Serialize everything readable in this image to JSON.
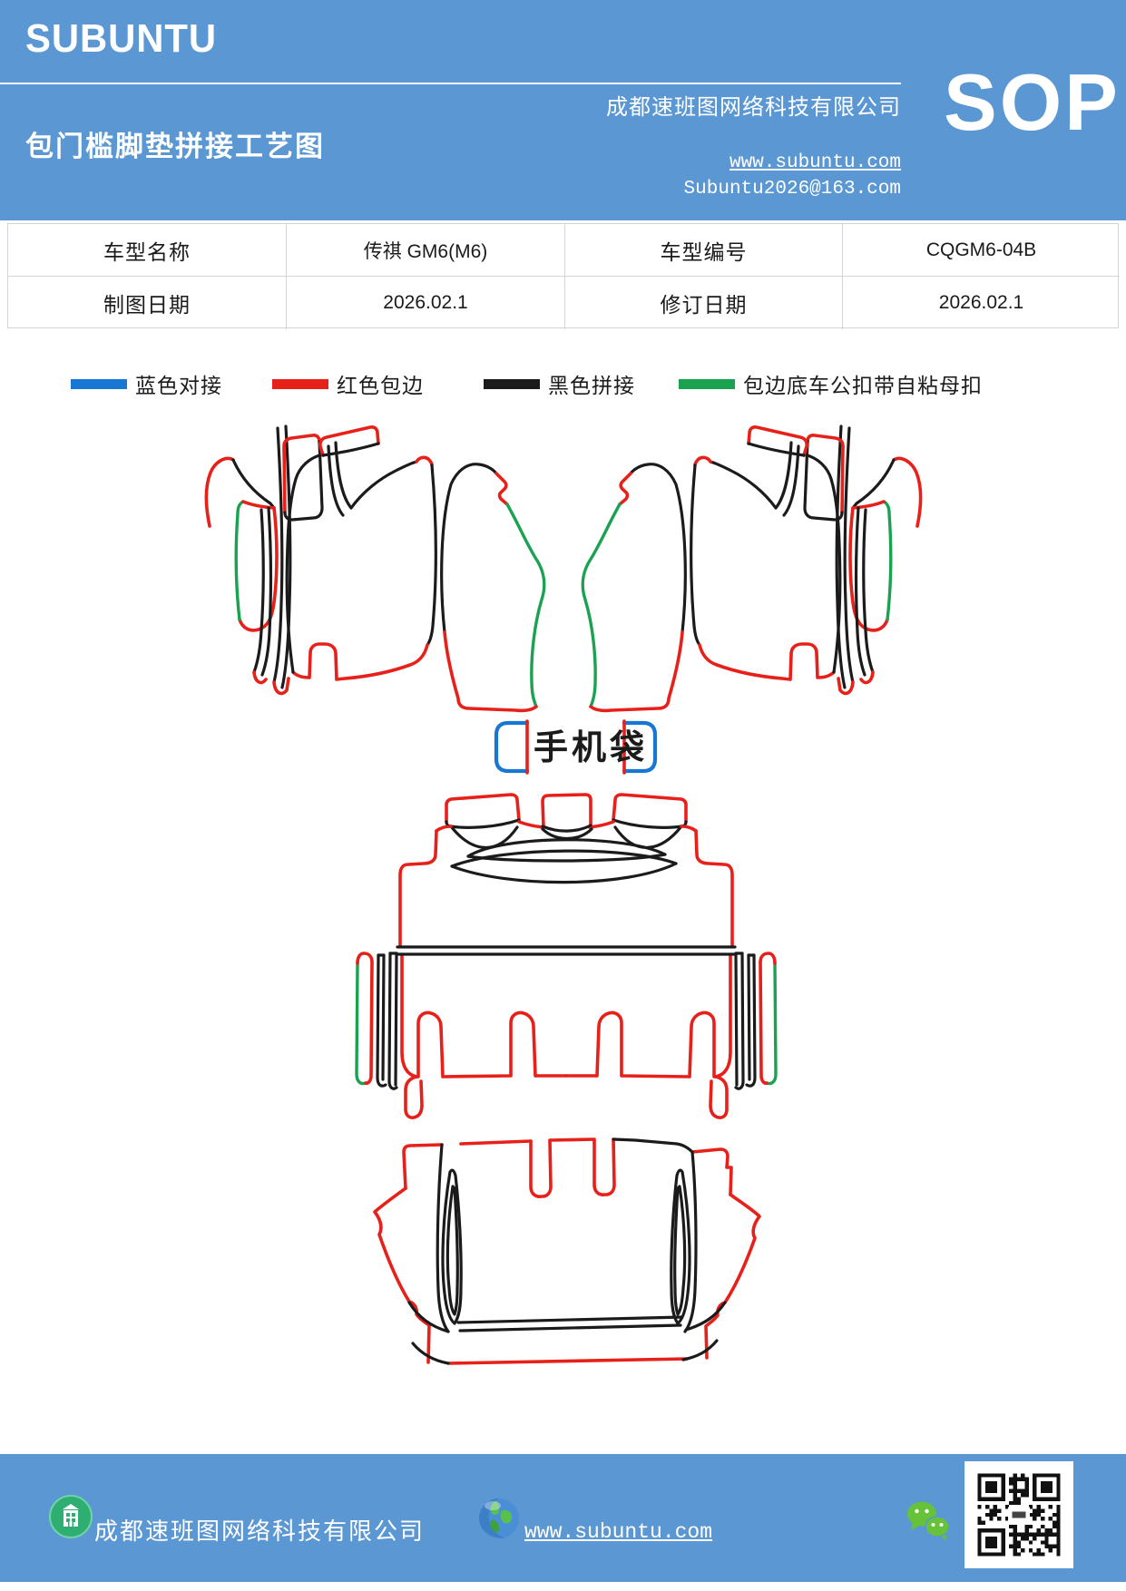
{
  "header": {
    "logo": "SUBUNTU",
    "title": "包门槛脚垫拼接工艺图",
    "company": "成都速班图网络科技有限公司",
    "website": "www.subuntu.com",
    "email": "Subuntu2026@163.com",
    "sop_label": "SOP",
    "band_color": "#5b97d3"
  },
  "info_table": {
    "rows": [
      {
        "c1": "车型名称",
        "c2": "传祺 GM6(M6)",
        "c3": "车型编号",
        "c4": "CQGM6-04B"
      },
      {
        "c1": "制图日期",
        "c2": "2026.02.1",
        "c3": "修订日期",
        "c4": "2026.02.1"
      }
    ]
  },
  "legend": {
    "items": [
      {
        "label": "蓝色对接",
        "color": "#1877d2"
      },
      {
        "label": "红色包边",
        "color": "#e7201a"
      },
      {
        "label": "黑色拼接",
        "color": "#1b1b1b"
      },
      {
        "label": "包边底车公扣带自粘母扣",
        "color": "#1aa251"
      }
    ]
  },
  "diagram": {
    "phone_bag_label": "手机袋",
    "line_colors": {
      "red": "#e7201a",
      "black": "#1b1b1b",
      "green": "#1aa251",
      "blue": "#1877d2"
    }
  },
  "footer": {
    "company": "成都速班图网络科技有限公司",
    "website": "www.subuntu.com",
    "band_color": "#5b97d3"
  }
}
